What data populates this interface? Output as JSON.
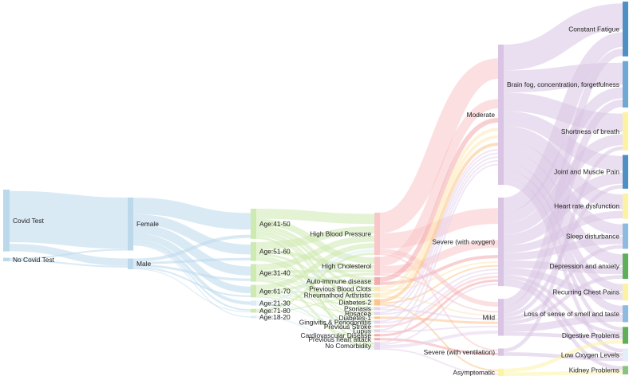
{
  "diagram": {
    "type": "sankey",
    "columns": [
      {
        "nodes": [
          {
            "id": "covid-test",
            "label": "Covid Test",
            "color": "#bcd9ec"
          },
          {
            "id": "no-covid-test",
            "label": "No Covid Test",
            "color": "#bcd9ec"
          }
        ]
      },
      {
        "nodes": [
          {
            "id": "female",
            "label": "Female",
            "color": "#bcd9ec"
          },
          {
            "id": "male",
            "label": "Male",
            "color": "#bcd9ec"
          }
        ]
      },
      {
        "nodes": [
          {
            "id": "age-41-50",
            "label": "Age:41-50",
            "color": "#cdeab0"
          },
          {
            "id": "age-51-60",
            "label": "Age:51-60",
            "color": "#cdeab0"
          },
          {
            "id": "age-31-40",
            "label": "Age:31-40",
            "color": "#cdeab0"
          },
          {
            "id": "age-61-70",
            "label": "Age:61-70",
            "color": "#cdeab0"
          },
          {
            "id": "age-21-30",
            "label": "Age:21-30",
            "color": "#dcecf5"
          },
          {
            "id": "age-71-80",
            "label": "Age:71-80",
            "color": "#cdeab0"
          },
          {
            "id": "age-18-20",
            "label": "Age:18-20",
            "color": "#dcecf5"
          }
        ]
      },
      {
        "nodes": [
          {
            "id": "high-blood-pressure",
            "label": "High Blood Pressure",
            "color": "#f9c6c9"
          },
          {
            "id": "high-cholesterol",
            "label": "High Cholesterol",
            "color": "#f9c6c9"
          },
          {
            "id": "auto-immune-disease",
            "label": "Auto-immune disease",
            "color": "#f4a9ad"
          },
          {
            "id": "previous-blood-clots",
            "label": "Previous Blood Clots",
            "color": "#fde7b6"
          },
          {
            "id": "rheumathoid-arthristic",
            "label": "Rheumathoid Arthristic",
            "color": "#fde7b6"
          },
          {
            "id": "diabetes-2",
            "label": "Diabetes-2",
            "color": "#fcc48a"
          },
          {
            "id": "psoriasis",
            "label": "Psoriasis",
            "color": "#e6d3ec"
          },
          {
            "id": "rosacea",
            "label": "Rosacea",
            "color": "#e6d3ec"
          },
          {
            "id": "diabetes-1",
            "label": "Diabetes-1",
            "color": "#fcc48a"
          },
          {
            "id": "gingivitis-periodontitis",
            "label": "Gingivitis & Periodontitis",
            "color": "#e6d3ec"
          },
          {
            "id": "previous-stroke",
            "label": "Previous Stroke",
            "color": "#f9c6c9"
          },
          {
            "id": "lupus",
            "label": "Lupus",
            "color": "#e6d3ec"
          },
          {
            "id": "cardiovascular-disease",
            "label": "Cardiovascular Disease",
            "color": "#f4a9ad"
          },
          {
            "id": "previous-heart-attack",
            "label": "Previous heart attack",
            "color": "#f4a9ad"
          },
          {
            "id": "no-comorbidity",
            "label": "No Comorbidity",
            "color": "#e6d3ec"
          }
        ]
      },
      {
        "nodes": [
          {
            "id": "moderate",
            "label": "Moderate",
            "color": "#d9c4e4"
          },
          {
            "id": "severe-oxygen",
            "label": "Severe (with oxygen)",
            "color": "#d9c4e4"
          },
          {
            "id": "mild",
            "label": "Mild",
            "color": "#d9c4e4"
          },
          {
            "id": "severe-ventilation",
            "label": "Severe (with ventilation)",
            "color": "#d9c4e4"
          },
          {
            "id": "asymptomatic",
            "label": "Asymptomatic",
            "color": "#fdf3a7"
          }
        ]
      },
      {
        "nodes": [
          {
            "id": "constant-fatigue",
            "label": "Constant Fatigue",
            "color": "#4e8fc4"
          },
          {
            "id": "brain-fog",
            "label": "Brain fog, concentration, forgetfulness",
            "color": "#6ea8d3"
          },
          {
            "id": "shortness-of-breath",
            "label": "Shortness of breath",
            "color": "#fbf2a3"
          },
          {
            "id": "joint-muscle-pain",
            "label": "Joint and Muscle Pain",
            "color": "#4e8fc4"
          },
          {
            "id": "heart-rate-dysfunction",
            "label": "Heart rate dysfunction",
            "color": "#fbf2a3"
          },
          {
            "id": "sleep-disturbance",
            "label": "Sleep disturbance",
            "color": "#8dbbe0"
          },
          {
            "id": "depression-anxiety",
            "label": "Depression and anxiety",
            "color": "#5fae5a"
          },
          {
            "id": "recurring-chest-pains",
            "label": "Recurring Chest Pains",
            "color": "#fbf2a3"
          },
          {
            "id": "loss-smell-taste",
            "label": "Loss of sense of smell and taste",
            "color": "#8dbbe0"
          },
          {
            "id": "digestive-problems",
            "label": "Digestive Problems",
            "color": "#5fae5a"
          },
          {
            "id": "low-oxygen-levels",
            "label": "Low Oxygen Levels",
            "color": "#e3eef6"
          },
          {
            "id": "kidney-problems",
            "label": "Kidney Problems",
            "color": "#88c47f"
          }
        ]
      }
    ],
    "links": [
      {
        "source": "covid-test",
        "target": "female",
        "value": 62
      },
      {
        "source": "covid-test",
        "target": "male",
        "value": 9
      },
      {
        "source": "no-covid-test",
        "target": "female",
        "value": 2
      },
      {
        "source": "no-covid-test",
        "target": "male",
        "value": 2
      },
      {
        "source": "female",
        "target": "age-41-50",
        "value": 20
      },
      {
        "source": "female",
        "target": "age-51-60",
        "value": 12
      },
      {
        "source": "female",
        "target": "age-31-40",
        "value": 11
      },
      {
        "source": "female",
        "target": "age-61-70",
        "value": 8
      },
      {
        "source": "female",
        "target": "age-21-30",
        "value": 4
      },
      {
        "source": "female",
        "target": "age-71-80",
        "value": 2
      },
      {
        "source": "female",
        "target": "age-18-20",
        "value": 1
      },
      {
        "source": "male",
        "target": "age-41-50",
        "value": 4
      },
      {
        "source": "male",
        "target": "age-51-60",
        "value": 3
      },
      {
        "source": "male",
        "target": "age-31-40",
        "value": 3
      },
      {
        "source": "male",
        "target": "age-61-70",
        "value": 2
      },
      {
        "source": "male",
        "target": "age-71-80",
        "value": 1
      },
      {
        "source": "age-41-50",
        "target": "high-blood-pressure",
        "value": 8
      },
      {
        "source": "age-41-50",
        "target": "high-cholesterol",
        "value": 5
      },
      {
        "source": "age-41-50",
        "target": "auto-immune-disease",
        "value": 3
      },
      {
        "source": "age-41-50",
        "target": "previous-blood-clots",
        "value": 2
      },
      {
        "source": "age-41-50",
        "target": "diabetes-2",
        "value": 2
      },
      {
        "source": "age-41-50",
        "target": "psoriasis",
        "value": 1
      },
      {
        "source": "age-41-50",
        "target": "rosacea",
        "value": 1
      },
      {
        "source": "age-41-50",
        "target": "no-comorbidity",
        "value": 2
      },
      {
        "source": "age-51-60",
        "target": "high-blood-pressure",
        "value": 6
      },
      {
        "source": "age-51-60",
        "target": "high-cholesterol",
        "value": 3
      },
      {
        "source": "age-51-60",
        "target": "rheumathoid-arthristic",
        "value": 2
      },
      {
        "source": "age-51-60",
        "target": "diabetes-1",
        "value": 1
      },
      {
        "source": "age-51-60",
        "target": "gingivitis-periodontitis",
        "value": 1
      },
      {
        "source": "age-51-60",
        "target": "cardiovascular-disease",
        "value": 1
      },
      {
        "source": "age-51-60",
        "target": "lupus",
        "value": 1
      },
      {
        "source": "age-31-40",
        "target": "high-blood-pressure",
        "value": 5
      },
      {
        "source": "age-31-40",
        "target": "auto-immune-disease",
        "value": 2
      },
      {
        "source": "age-31-40",
        "target": "high-cholesterol",
        "value": 2
      },
      {
        "source": "age-31-40",
        "target": "psoriasis",
        "value": 1
      },
      {
        "source": "age-31-40",
        "target": "previous-stroke",
        "value": 1
      },
      {
        "source": "age-31-40",
        "target": "no-comorbidity",
        "value": 2
      },
      {
        "source": "age-31-40",
        "target": "diabetes-2",
        "value": 1
      },
      {
        "source": "age-61-70",
        "target": "high-blood-pressure",
        "value": 4
      },
      {
        "source": "age-61-70",
        "target": "high-cholesterol",
        "value": 2
      },
      {
        "source": "age-61-70",
        "target": "previous-blood-clots",
        "value": 1
      },
      {
        "source": "age-61-70",
        "target": "previous-heart-attack",
        "value": 1
      },
      {
        "source": "age-61-70",
        "target": "rosacea",
        "value": 1
      },
      {
        "source": "age-61-70",
        "target": "diabetes-2",
        "value": 1
      },
      {
        "source": "age-21-30",
        "target": "high-blood-pressure",
        "value": 2
      },
      {
        "source": "age-21-30",
        "target": "gingivitis-periodontitis",
        "value": 1
      },
      {
        "source": "age-21-30",
        "target": "lupus",
        "value": 1
      },
      {
        "source": "age-71-80",
        "target": "high-blood-pressure",
        "value": 2
      },
      {
        "source": "age-71-80",
        "target": "rheumathoid-arthristic",
        "value": 1
      },
      {
        "source": "age-18-20",
        "target": "no-comorbidity",
        "value": 1
      },
      {
        "source": "high-blood-pressure",
        "target": "moderate",
        "value": 13
      },
      {
        "source": "high-blood-pressure",
        "target": "severe-oxygen",
        "value": 10
      },
      {
        "source": "high-blood-pressure",
        "target": "mild",
        "value": 3
      },
      {
        "source": "high-blood-pressure",
        "target": "severe-ventilation",
        "value": 1
      },
      {
        "source": "high-cholesterol",
        "target": "moderate",
        "value": 6
      },
      {
        "source": "high-cholesterol",
        "target": "severe-oxygen",
        "value": 5
      },
      {
        "source": "high-cholesterol",
        "target": "mild",
        "value": 1
      },
      {
        "source": "auto-immune-disease",
        "target": "moderate",
        "value": 3
      },
      {
        "source": "auto-immune-disease",
        "target": "severe-oxygen",
        "value": 2
      },
      {
        "source": "previous-blood-clots",
        "target": "moderate",
        "value": 2
      },
      {
        "source": "previous-blood-clots",
        "target": "severe-oxygen",
        "value": 1
      },
      {
        "source": "rheumathoid-arthristic",
        "target": "moderate",
        "value": 2
      },
      {
        "source": "rheumathoid-arthristic",
        "target": "mild",
        "value": 1
      },
      {
        "source": "diabetes-2",
        "target": "moderate",
        "value": 2
      },
      {
        "source": "diabetes-2",
        "target": "severe-oxygen",
        "value": 1
      },
      {
        "source": "diabetes-2",
        "target": "asymptomatic",
        "value": 1
      },
      {
        "source": "psoriasis",
        "target": "moderate",
        "value": 1
      },
      {
        "source": "psoriasis",
        "target": "mild",
        "value": 1
      },
      {
        "source": "rosacea",
        "target": "moderate",
        "value": 1
      },
      {
        "source": "rosacea",
        "target": "severe-oxygen",
        "value": 1
      },
      {
        "source": "diabetes-1",
        "target": "mild",
        "value": 1
      },
      {
        "source": "gingivitis-periodontitis",
        "target": "moderate",
        "value": 1
      },
      {
        "source": "gingivitis-periodontitis",
        "target": "severe-oxygen",
        "value": 1
      },
      {
        "source": "previous-stroke",
        "target": "severe-oxygen",
        "value": 1
      },
      {
        "source": "lupus",
        "target": "moderate",
        "value": 1
      },
      {
        "source": "lupus",
        "target": "mild",
        "value": 1
      },
      {
        "source": "cardiovascular-disease",
        "target": "severe-oxygen",
        "value": 1
      },
      {
        "source": "previous-heart-attack",
        "target": "severe-ventilation",
        "value": 1
      },
      {
        "source": "no-comorbidity",
        "target": "mild",
        "value": 2
      },
      {
        "source": "no-comorbidity",
        "target": "moderate",
        "value": 1
      },
      {
        "source": "no-comorbidity",
        "target": "severe-oxygen",
        "value": 1
      },
      {
        "source": "no-comorbidity",
        "target": "asymptomatic",
        "value": 1
      },
      {
        "source": "moderate",
        "target": "constant-fatigue",
        "value": 7
      },
      {
        "source": "moderate",
        "target": "brain-fog",
        "value": 6
      },
      {
        "source": "moderate",
        "target": "shortness-of-breath",
        "value": 5
      },
      {
        "source": "moderate",
        "target": "joint-muscle-pain",
        "value": 4
      },
      {
        "source": "moderate",
        "target": "heart-rate-dysfunction",
        "value": 4
      },
      {
        "source": "moderate",
        "target": "sleep-disturbance",
        "value": 3
      },
      {
        "source": "moderate",
        "target": "depression-anxiety",
        "value": 3
      },
      {
        "source": "moderate",
        "target": "recurring-chest-pains",
        "value": 2
      },
      {
        "source": "moderate",
        "target": "loss-smell-taste",
        "value": 2
      },
      {
        "source": "moderate",
        "target": "digestive-problems",
        "value": 1
      },
      {
        "source": "moderate",
        "target": "low-oxygen-levels",
        "value": 1
      },
      {
        "source": "severe-oxygen",
        "target": "constant-fatigue",
        "value": 4
      },
      {
        "source": "severe-oxygen",
        "target": "brain-fog",
        "value": 3
      },
      {
        "source": "severe-oxygen",
        "target": "shortness-of-breath",
        "value": 3
      },
      {
        "source": "severe-oxygen",
        "target": "joint-muscle-pain",
        "value": 3
      },
      {
        "source": "severe-oxygen",
        "target": "heart-rate-dysfunction",
        "value": 2
      },
      {
        "source": "severe-oxygen",
        "target": "sleep-disturbance",
        "value": 2
      },
      {
        "source": "severe-oxygen",
        "target": "depression-anxiety",
        "value": 2
      },
      {
        "source": "severe-oxygen",
        "target": "recurring-chest-pains",
        "value": 2
      },
      {
        "source": "severe-oxygen",
        "target": "digestive-problems",
        "value": 1
      },
      {
        "source": "severe-oxygen",
        "target": "low-oxygen-levels",
        "value": 1
      },
      {
        "source": "severe-oxygen",
        "target": "kidney-problems",
        "value": 1
      },
      {
        "source": "mild",
        "target": "constant-fatigue",
        "value": 2
      },
      {
        "source": "mild",
        "target": "brain-fog",
        "value": 2
      },
      {
        "source": "mild",
        "target": "joint-muscle-pain",
        "value": 1
      },
      {
        "source": "mild",
        "target": "sleep-disturbance",
        "value": 1
      },
      {
        "source": "mild",
        "target": "depression-anxiety",
        "value": 1
      },
      {
        "source": "mild",
        "target": "loss-smell-taste",
        "value": 2
      },
      {
        "source": "mild",
        "target": "digestive-problems",
        "value": 1
      },
      {
        "source": "severe-ventilation",
        "target": "shortness-of-breath",
        "value": 1
      },
      {
        "source": "severe-ventilation",
        "target": "low-oxygen-levels",
        "value": 1
      },
      {
        "source": "asymptomatic",
        "target": "kidney-problems",
        "value": 1
      },
      {
        "source": "asymptomatic",
        "target": "digestive-problems",
        "value": 1
      }
    ]
  }
}
